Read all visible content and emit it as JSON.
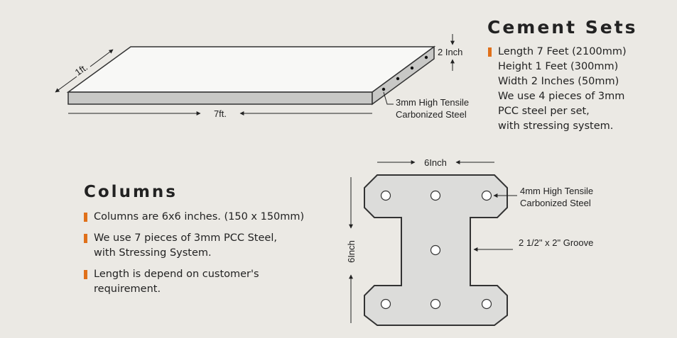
{
  "cement": {
    "title": "Cement Sets",
    "lines": [
      "Length 7 Feet (2100mm)",
      "Height 1 Feet (300mm)",
      "Width 2 Inches (50mm)",
      "We use 4 pieces of 3mm",
      "PCC steel per set,",
      "with stressing system."
    ]
  },
  "slab": {
    "width_label": "1ft.",
    "length_label": "7ft.",
    "height_label": "2 Inch",
    "steel_label_1": "3mm High Tensile",
    "steel_label_2": "Carbonized Steel"
  },
  "columns": {
    "title": "Columns",
    "items": [
      {
        "line1": "Columns are 6x6 inches. (150 x 150mm)",
        "line2": ""
      },
      {
        "line1": "We use 7 pieces of 3mm PCC Steel,",
        "line2": "with Stressing System."
      },
      {
        "line1": "Length is depend on customer's",
        "line2": "requirement."
      }
    ]
  },
  "column_diagram": {
    "width_label": "6Inch",
    "height_label": "6Inch",
    "steel_label_1": "4mm High Tensile",
    "steel_label_2": "Carbonized Steel",
    "groove_label": "2 1/2\" x 2\" Groove"
  },
  "colors": {
    "background": "#ebe9e4",
    "bullet": "#e0701a",
    "slab_top": "#f8f8f6",
    "slab_side": "#c8c8c6",
    "column_fill": "#dcdcda"
  }
}
